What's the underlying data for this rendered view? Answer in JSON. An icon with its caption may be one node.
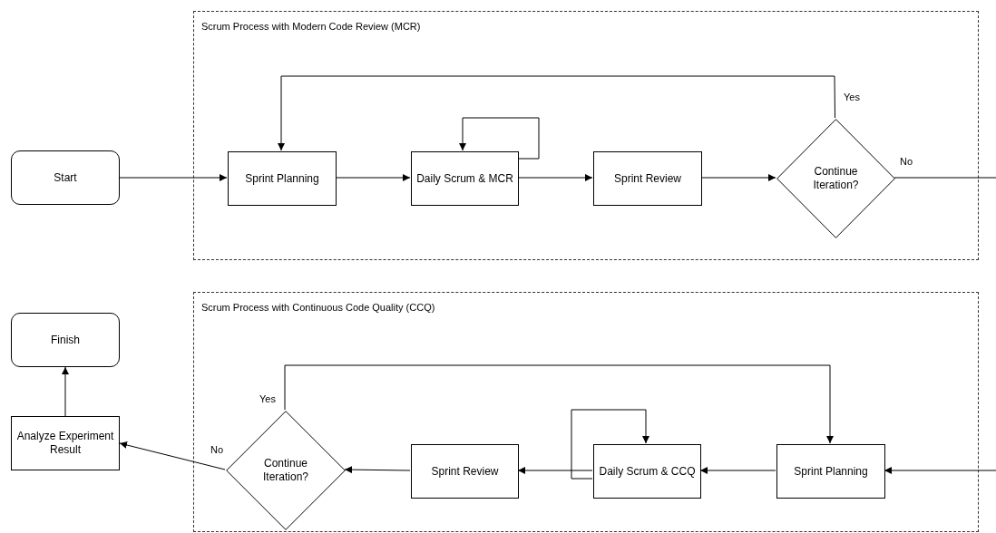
{
  "diagram": {
    "nodes": [
      {
        "text": [
          "Scrum Process with Modern Code Review (MCR)"
        ]
      },
      {
        "text": [
          "Start"
        ]
      },
      {
        "text": [
          "Sprint Planning"
        ],
        "in": 0
      },
      {
        "text": [
          "Daily Scrum & MCR"
        ],
        "in": 0
      },
      {
        "text": [
          "Sprint Review"
        ],
        "in": 0
      },
      {
        "text": [
          "Continue Iteration?"
        ],
        "in": 0
      },
      {
        "text": [
          "Scrum Process with Continuous Code Quality (CCQ)"
        ]
      },
      {
        "text": [
          "Finish"
        ]
      },
      {
        "text": [
          "Analyze Experiment Result"
        ]
      },
      {
        "text": [
          "Continue Iteration?"
        ],
        "in": 6
      },
      {
        "text": [
          "Sprint Review"
        ],
        "in": 6
      },
      {
        "text": [
          "Daily Scrum & CCQ"
        ],
        "in": 6
      },
      {
        "text": [
          "Sprint Planning"
        ],
        "in": 6
      }
    ],
    "edges": [
      {
        "from": 1,
        "to": 2,
        "arrow": "to"
      },
      {
        "from": 2,
        "to": 3,
        "arrow": "to"
      },
      {
        "from": 3,
        "to": 3,
        "arrow": "to"
      },
      {
        "from": 3,
        "to": 4,
        "arrow": "to"
      },
      {
        "from": 4,
        "to": 5,
        "arrow": "to"
      },
      {
        "from": 5,
        "to": 2,
        "arrow": "to",
        "label": "Yes"
      },
      {
        "from": 5,
        "to": null,
        "arrow": "none",
        "label": "No"
      },
      {
        "from": null,
        "to": 12,
        "arrow": "to"
      },
      {
        "from": 12,
        "to": 11,
        "arrow": "to"
      },
      {
        "from": 11,
        "to": 11,
        "arrow": "to"
      },
      {
        "from": 11,
        "to": 10,
        "arrow": "to"
      },
      {
        "from": 10,
        "to": 9,
        "arrow": "to"
      },
      {
        "from": 9,
        "to": 12,
        "arrow": "to",
        "label": "Yes"
      },
      {
        "from": 9,
        "to": 8,
        "arrow": "to",
        "label": "No"
      },
      {
        "from": 8,
        "to": 7,
        "arrow": "to"
      }
    ]
  }
}
